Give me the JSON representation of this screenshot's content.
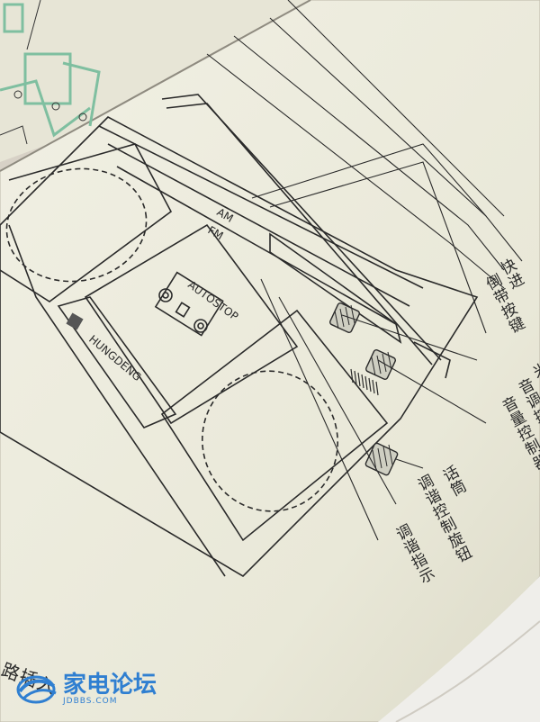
{
  "diagram": {
    "device_brand": "HUNGDENG",
    "cassette_label": "AUTOSTOP",
    "band_labels": [
      "AM",
      "FM"
    ],
    "right_callouts": [
      "快进",
      "倒带按键",
      "米",
      "音调控",
      "音量控制器"
    ],
    "bottom_callouts": [
      "话筒",
      "调谐控制旋钮",
      "调谐指示"
    ],
    "partial_text_bottom_left": "路插入"
  },
  "watermark": {
    "main": "家电论坛",
    "sub": "JDBBS.COM"
  },
  "colors": {
    "paper": "#ecebdc",
    "ink": "#2a2a2a",
    "brand_blue": "#2f7fd1",
    "green_ink": "#7fbfa0"
  }
}
